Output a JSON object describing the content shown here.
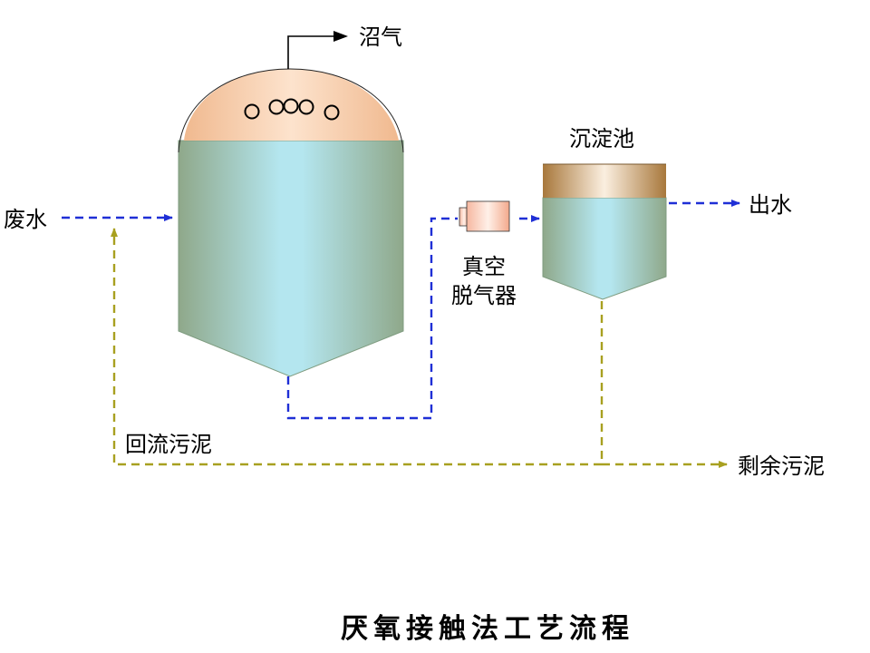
{
  "title": "厌氧接触法工艺流程",
  "labels": {
    "biogas": "沼气",
    "wastewater": "废水",
    "sedimentation_tank": "沉淀池",
    "effluent": "出水",
    "vacuum_degasser_line1": "真空",
    "vacuum_degasser_line2": "脱气器",
    "return_sludge": "回流污泥",
    "excess_sludge": "剩余污泥"
  },
  "colors": {
    "water_flow": "#1f2fd6",
    "sludge_flow": "#a8a020",
    "reactor_gas": "#f6c9a6",
    "liquid": "#a7d7dc",
    "liquid_edge": "#7f9c80",
    "tank_sludge": "#b58b4f"
  }
}
